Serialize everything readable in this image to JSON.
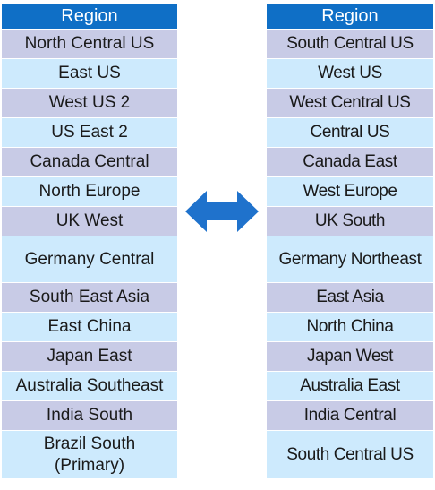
{
  "left_table": {
    "header": "Region",
    "rows": [
      "North Central US",
      "East US",
      "West US 2",
      "US East 2",
      "Canada Central",
      "North Europe",
      "UK West",
      "Germany Central",
      "South East Asia",
      "East China",
      "Japan East",
      "Australia Southeast",
      "India South",
      "Brazil South\n(Primary)"
    ]
  },
  "right_table": {
    "header": "Region",
    "rows": [
      "South Central US",
      "West US",
      "West Central US",
      "Central US",
      "Canada East",
      "West Europe",
      "UK South",
      "Germany Northeast",
      "East Asia",
      "North China",
      "Japan West",
      "Australia East",
      "India Central",
      "South Central US"
    ]
  },
  "colors": {
    "header_bg": "#0f6fc6",
    "row_odd_bg": "#c8cbe6",
    "row_even_bg": "#cdeafd",
    "arrow": "#1f72cc"
  },
  "arrow_icon": "double-headed-arrow-icon"
}
